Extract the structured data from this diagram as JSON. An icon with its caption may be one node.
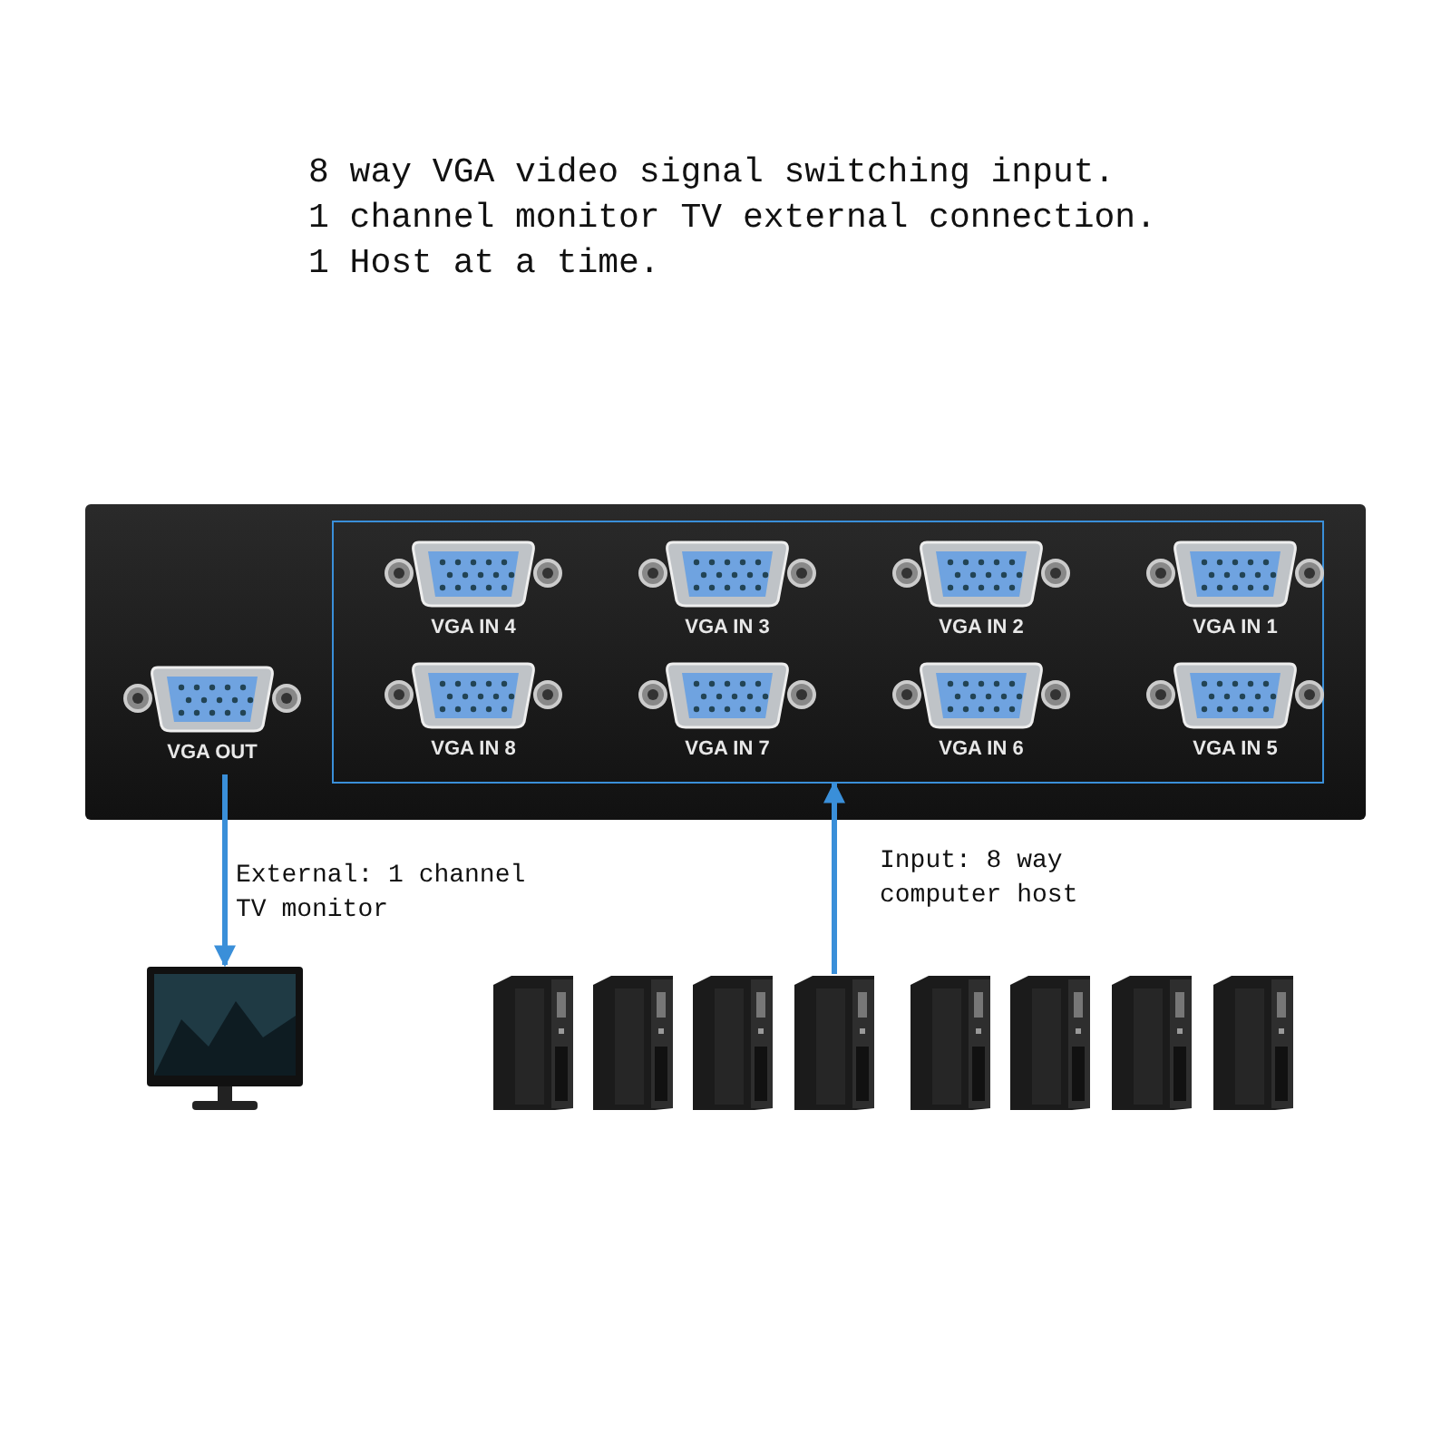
{
  "diagram": {
    "nodes": [
      {
        "text": [],
        "shape": "picture"
      },
      {
        "text": [
          "VGA OUT"
        ],
        "in": 0
      },
      {
        "text": [],
        "shape": "box",
        "in": 0
      },
      {
        "text": [
          "VGA IN 4"
        ],
        "in": 2
      },
      {
        "text": [
          "VGA IN 3"
        ],
        "in": 2
      },
      {
        "text": [
          "VGA IN 2"
        ],
        "in": 2
      },
      {
        "text": [
          "VGA IN 1"
        ],
        "in": 2
      },
      {
        "text": [
          "VGA IN 8"
        ],
        "in": 2
      },
      {
        "text": [
          "VGA IN 7"
        ],
        "in": 2
      },
      {
        "text": [
          "VGA IN 6"
        ],
        "in": 2
      },
      {
        "text": [
          "VGA IN 5"
        ],
        "in": 2
      },
      {
        "text": [],
        "shape": "picture"
      },
      {
        "text": [],
        "shape": "picture"
      },
      {
        "text": [],
        "shape": "picture"
      },
      {
        "text": [],
        "shape": "picture"
      },
      {
        "text": [],
        "shape": "picture"
      },
      {
        "text": [],
        "shape": "picture"
      },
      {
        "text": [],
        "shape": "picture"
      },
      {
        "text": [],
        "shape": "picture"
      },
      {
        "text": [],
        "shape": "picture"
      }
    ],
    "edges": [
      {
        "from": 1,
        "to": 11,
        "arrow": "to",
        "label": "External: 1 channel TV monitor"
      },
      {
        "from": 15,
        "to": 2,
        "arrow": "to",
        "label": "Input: 8 way computer host"
      }
    ],
    "labels": [
      "8 way VGA video signal switching input.",
      "1 channel monitor TV external connection.",
      "1 Host at a time."
    ]
  }
}
